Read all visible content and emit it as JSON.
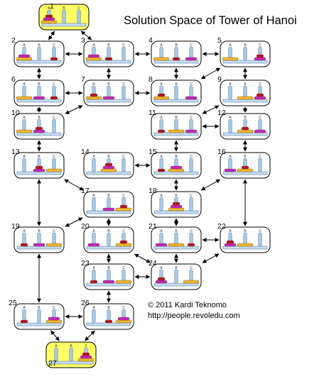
{
  "title": "Solution Space of Tower of Hanoi",
  "copyright": "© 2011 Kardi Teknomo",
  "url": "http://people.revoledu.com",
  "peg_labels": [
    "A",
    "B",
    "C"
  ],
  "colors": {
    "large_disk": "#f2b632",
    "medium_disk": "#c423c4",
    "small_disk": "#b5132c",
    "peg": "#a9cbe6",
    "base": "#c6dcf0",
    "highlight_fill": "#ffff66",
    "node_border": "#000000"
  },
  "states": [
    {
      "label": "1",
      "pegs": [
        [
          "L",
          "M",
          "S"
        ],
        [],
        []
      ]
    },
    {
      "label": "2",
      "pegs": [
        [
          "L",
          "M"
        ],
        [],
        [
          "S"
        ]
      ]
    },
    {
      "label": "3",
      "pegs": [
        [
          "L",
          "M"
        ],
        [
          "S"
        ],
        []
      ]
    },
    {
      "label": "4",
      "pegs": [
        [
          "L"
        ],
        [
          "S"
        ],
        [
          "M"
        ]
      ]
    },
    {
      "label": "5",
      "pegs": [
        [
          "L"
        ],
        [],
        [
          "M",
          "S"
        ]
      ]
    },
    {
      "label": "6",
      "pegs": [
        [
          "L"
        ],
        [
          "M"
        ],
        [
          "S"
        ]
      ]
    },
    {
      "label": "7",
      "pegs": [
        [
          "L",
          "S"
        ],
        [
          "M"
        ],
        []
      ]
    },
    {
      "label": "8",
      "pegs": [
        [
          "L",
          "S"
        ],
        [],
        [
          "M"
        ]
      ]
    },
    {
      "label": "9",
      "pegs": [
        [],
        [
          "L"
        ],
        [
          "M",
          "S"
        ]
      ]
    },
    {
      "label": "10",
      "pegs": [
        [
          "L"
        ],
        [
          "M",
          "S"
        ],
        []
      ]
    },
    {
      "label": "11",
      "pegs": [
        [
          "S"
        ],
        [
          "L"
        ],
        [
          "M"
        ]
      ]
    },
    {
      "label": "12",
      "pegs": [
        [],
        [
          "L",
          "S"
        ],
        [
          "M"
        ]
      ]
    },
    {
      "label": "13",
      "pegs": [
        [],
        [
          "M",
          "S"
        ],
        [
          "L"
        ]
      ]
    },
    {
      "label": "14",
      "pegs": [
        [],
        [
          "L",
          "M",
          "S"
        ],
        []
      ]
    },
    {
      "label": "15",
      "pegs": [
        [
          "S"
        ],
        [
          "L",
          "M"
        ],
        []
      ]
    },
    {
      "label": "16",
      "pegs": [
        [
          "M"
        ],
        [
          "L",
          "S"
        ],
        []
      ]
    },
    {
      "label": "17",
      "pegs": [
        [],
        [
          "M"
        ],
        [
          "L",
          "S"
        ]
      ]
    },
    {
      "label": "18",
      "pegs": [
        [],
        [
          "L",
          "M",
          "S"
        ],
        []
      ]
    },
    {
      "label": "19",
      "pegs": [
        [
          "S"
        ],
        [
          "M"
        ],
        [
          "L"
        ]
      ]
    },
    {
      "label": "20",
      "pegs": [
        [
          "M"
        ],
        [],
        [
          "L",
          "S"
        ]
      ]
    },
    {
      "label": "21",
      "pegs": [
        [
          "M"
        ],
        [
          "L"
        ],
        [
          "S"
        ]
      ]
    },
    {
      "label": "22",
      "pegs": [
        [
          "M",
          "S"
        ],
        [
          "L"
        ],
        []
      ]
    },
    {
      "label": "23",
      "pegs": [
        [
          "S"
        ],
        [
          "M"
        ],
        [
          "L"
        ]
      ]
    },
    {
      "label": "24",
      "pegs": [
        [
          "M",
          "S"
        ],
        [],
        [
          "L"
        ]
      ]
    },
    {
      "label": "25",
      "pegs": [
        [
          "S"
        ],
        [],
        [
          "L",
          "M"
        ]
      ]
    },
    {
      "label": "26",
      "pegs": [
        [],
        [
          "S"
        ],
        [
          "L",
          "M"
        ]
      ]
    },
    {
      "label": "27",
      "pegs": [
        [],
        [],
        [
          "L",
          "M",
          "S"
        ]
      ]
    }
  ],
  "transitions": [
    [
      "1",
      "2"
    ],
    [
      "1",
      "3"
    ],
    [
      "2",
      "3"
    ],
    [
      "3",
      "4"
    ],
    [
      "4",
      "5"
    ],
    [
      "2",
      "6"
    ],
    [
      "3",
      "7"
    ],
    [
      "4",
      "8"
    ],
    [
      "5",
      "9"
    ],
    [
      "6",
      "7"
    ],
    [
      "7",
      "8"
    ],
    [
      "8",
      "5"
    ],
    [
      "6",
      "10"
    ],
    [
      "7",
      "10"
    ],
    [
      "9",
      "11"
    ],
    [
      "9",
      "12"
    ],
    [
      "10",
      "13"
    ],
    [
      "11",
      "15"
    ],
    [
      "11",
      "12"
    ],
    [
      "12",
      "16"
    ],
    [
      "13",
      "19"
    ],
    [
      "13",
      "17"
    ],
    [
      "14",
      "15"
    ],
    [
      "15",
      "18"
    ],
    [
      "16",
      "22"
    ],
    [
      "16",
      "18"
    ],
    [
      "17",
      "20"
    ],
    [
      "17",
      "19"
    ],
    [
      "18",
      "21"
    ],
    [
      "21",
      "22"
    ],
    [
      "20",
      "23"
    ],
    [
      "20",
      "24"
    ],
    [
      "21",
      "24"
    ],
    [
      "22",
      "24"
    ],
    [
      "23",
      "24"
    ],
    [
      "23",
      "26"
    ],
    [
      "19",
      "25"
    ],
    [
      "25",
      "26"
    ],
    [
      "25",
      "27"
    ],
    [
      "26",
      "27"
    ]
  ]
}
